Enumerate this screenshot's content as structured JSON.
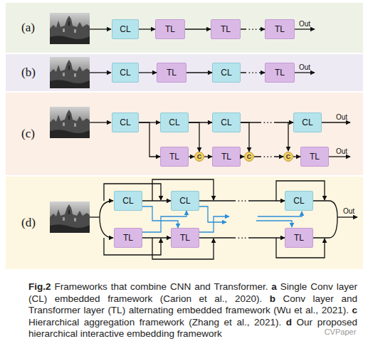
{
  "diagram": {
    "caption": "Fig.2 Frameworks that combine CNN and Transformer. a Single Conv layer (CL) embedded framework (Carion et al., 2020). b Conv layer and Transformer layer (TL) alternating embedded framework (Wu et al., 2021). c Hierarchical aggregation framework (Zhang et al., 2021). d Our proposed hierarchical interactive embedding framework",
    "nodes": [
      {
        "text": [
          "(a)"
        ]
      },
      {
        "text": [
          "CL"
        ],
        "in": 0
      },
      {
        "text": [
          "TL"
        ],
        "in": 0
      },
      {
        "text": [
          "TL"
        ],
        "in": 0
      },
      {
        "text": [
          "TL"
        ],
        "in": 0
      },
      {
        "text": [
          "(b)"
        ]
      },
      {
        "text": [
          "CL"
        ],
        "in": 5
      },
      {
        "text": [
          "TL"
        ],
        "in": 5
      },
      {
        "text": [
          "CL"
        ],
        "in": 5
      },
      {
        "text": [
          "TL"
        ],
        "in": 5
      },
      {
        "text": [
          "(c)"
        ]
      },
      {
        "text": [
          "CL"
        ],
        "in": 10
      },
      {
        "text": [
          "CL"
        ],
        "in": 10
      },
      {
        "text": [
          "CL"
        ],
        "in": 10
      },
      {
        "text": [
          "CL"
        ],
        "in": 10
      },
      {
        "text": [
          "TL"
        ],
        "in": 10
      },
      {
        "text": [
          "C"
        ],
        "in": 10
      },
      {
        "text": [
          "TL"
        ],
        "in": 10
      },
      {
        "text": [
          "C"
        ],
        "in": 10
      },
      {
        "text": [
          "C"
        ],
        "in": 10
      },
      {
        "text": [
          "TL"
        ],
        "in": 10
      },
      {
        "text": [
          "(d)"
        ]
      },
      {
        "text": [
          "CL"
        ],
        "in": 21
      },
      {
        "text": [
          "CL"
        ],
        "in": 21
      },
      {
        "text": [
          "CL"
        ],
        "in": 21
      },
      {
        "text": [
          "TL"
        ],
        "in": 21
      },
      {
        "text": [
          "TL"
        ],
        "in": 21
      },
      {
        "text": [
          "TL"
        ],
        "in": 21
      }
    ],
    "edges": [
      {
        "from": 1,
        "to": 2,
        "arrow": "to"
      },
      {
        "from": 2,
        "to": 3,
        "arrow": "to"
      },
      {
        "from": 3,
        "to": 4,
        "arrow": "to"
      },
      {
        "from": 6,
        "to": 7,
        "arrow": "to"
      },
      {
        "from": 7,
        "to": 8,
        "arrow": "to"
      },
      {
        "from": 8,
        "to": 9,
        "arrow": "to"
      },
      {
        "from": 11,
        "to": 12,
        "arrow": "to"
      },
      {
        "from": 12,
        "to": 13,
        "arrow": "to"
      },
      {
        "from": 13,
        "to": 14,
        "arrow": "to"
      },
      {
        "from": 11,
        "to": 15,
        "arrow": "to"
      },
      {
        "from": 12,
        "to": 16,
        "arrow": "to"
      },
      {
        "from": 13,
        "to": 18,
        "arrow": "to"
      },
      {
        "from": 15,
        "to": 16,
        "arrow": "to"
      },
      {
        "from": 16,
        "to": 17,
        "arrow": "to"
      },
      {
        "from": 17,
        "to": 18,
        "arrow": "to"
      },
      {
        "from": 18,
        "to": 19,
        "arrow": "to"
      },
      {
        "from": 19,
        "to": 20,
        "arrow": "to"
      },
      {
        "from": 22,
        "to": 23,
        "arrow": "to"
      },
      {
        "from": 23,
        "to": 24,
        "arrow": "to"
      },
      {
        "from": 25,
        "to": 26,
        "arrow": "to"
      },
      {
        "from": 26,
        "to": 27,
        "arrow": "to"
      },
      {
        "from": 22,
        "to": 26,
        "arrow": "to"
      },
      {
        "from": 25,
        "to": 23,
        "arrow": "to"
      }
    ],
    "labels": [
      "Out",
      "···",
      "Out",
      "···",
      "···",
      "···",
      "Out",
      "Out",
      "···",
      "···",
      "Out",
      "CVPaper"
    ]
  }
}
